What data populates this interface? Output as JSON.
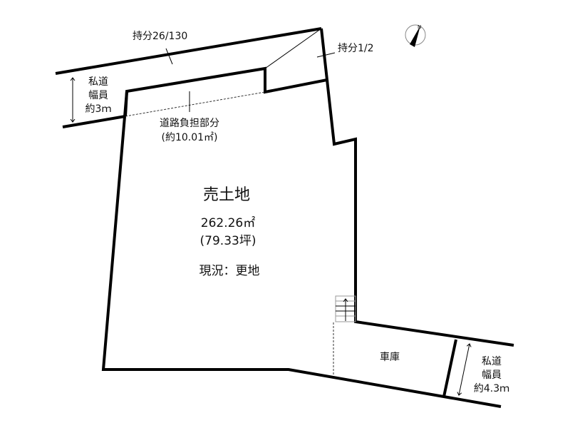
{
  "plot": {
    "title": "売土地",
    "area_sqm": "262.26㎡",
    "area_tsubo": "(79.33坪)",
    "status": "現況：更地"
  },
  "labels": {
    "share_top": "持分26/130",
    "share_corner": "持分1/2",
    "road_burden": "道路負担部分",
    "road_burden_area": "(約10.01㎡)",
    "garage": "車庫"
  },
  "road_left": {
    "line1": "私道",
    "line2": "幅員",
    "line3": "約3ｍ"
  },
  "road_right": {
    "line1": "私道",
    "line2": "幅員",
    "line3": "約4.3ｍ"
  },
  "compass": {
    "icon": "north-arrow-icon"
  }
}
